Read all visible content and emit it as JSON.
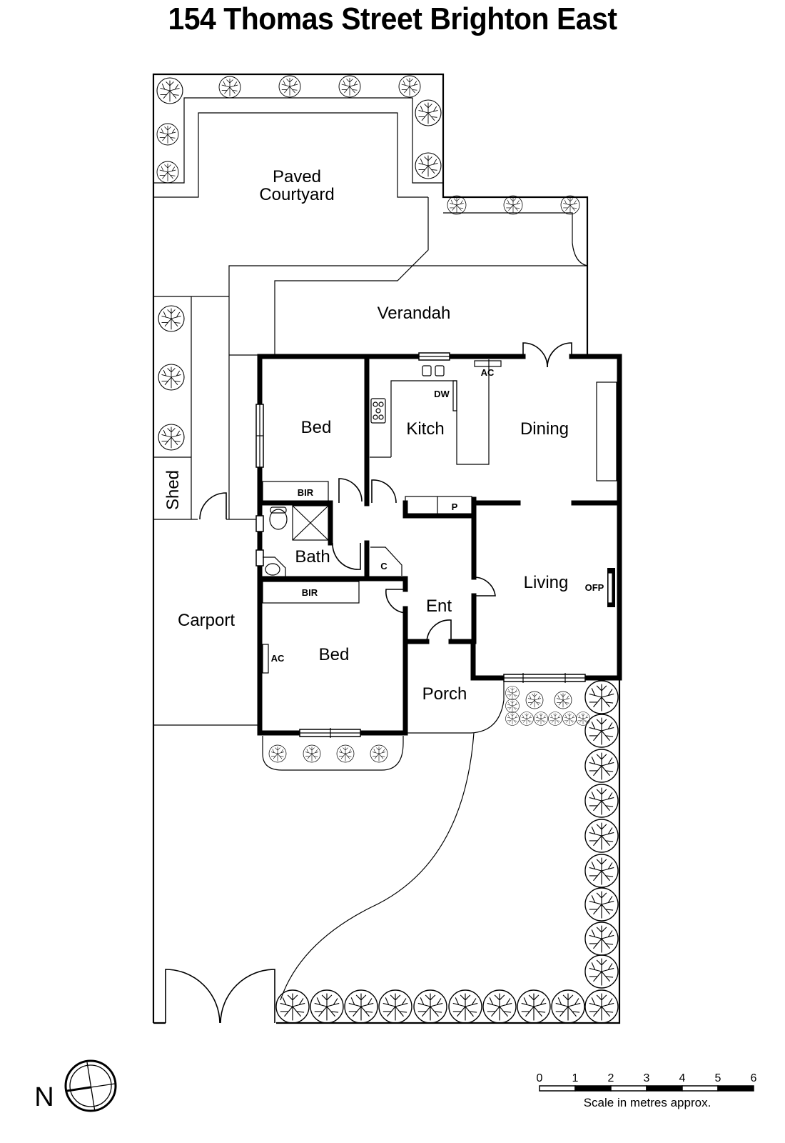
{
  "title": "154 Thomas Street Brighton East",
  "rooms": {
    "paved_courtyard": "Paved\nCourtyard",
    "paved": "Paved",
    "courtyard": "Courtyard",
    "verandah": "Verandah",
    "bed1": "Bed",
    "kitchen": "Kitch",
    "dining": "Dining",
    "shed": "Shed",
    "bath": "Bath",
    "living": "Living",
    "entry": "Ent",
    "carport": "Carport",
    "bed2": "Bed",
    "porch": "Porch"
  },
  "fixtures": {
    "bir1": "BIR",
    "bir2": "BIR",
    "dw": "DW",
    "ac_kitchen": "AC",
    "ac_bed": "AC",
    "pantry": "P",
    "cupboard": "C",
    "ofp": "OFP"
  },
  "compass": {
    "label": "N",
    "icon": "north-arrow-icon"
  },
  "scale": {
    "ticks": [
      "0",
      "1",
      "2",
      "3",
      "4",
      "5",
      "6"
    ],
    "caption": "Scale in metres approx."
  },
  "colors": {
    "line": "#000000",
    "background": "#ffffff"
  }
}
